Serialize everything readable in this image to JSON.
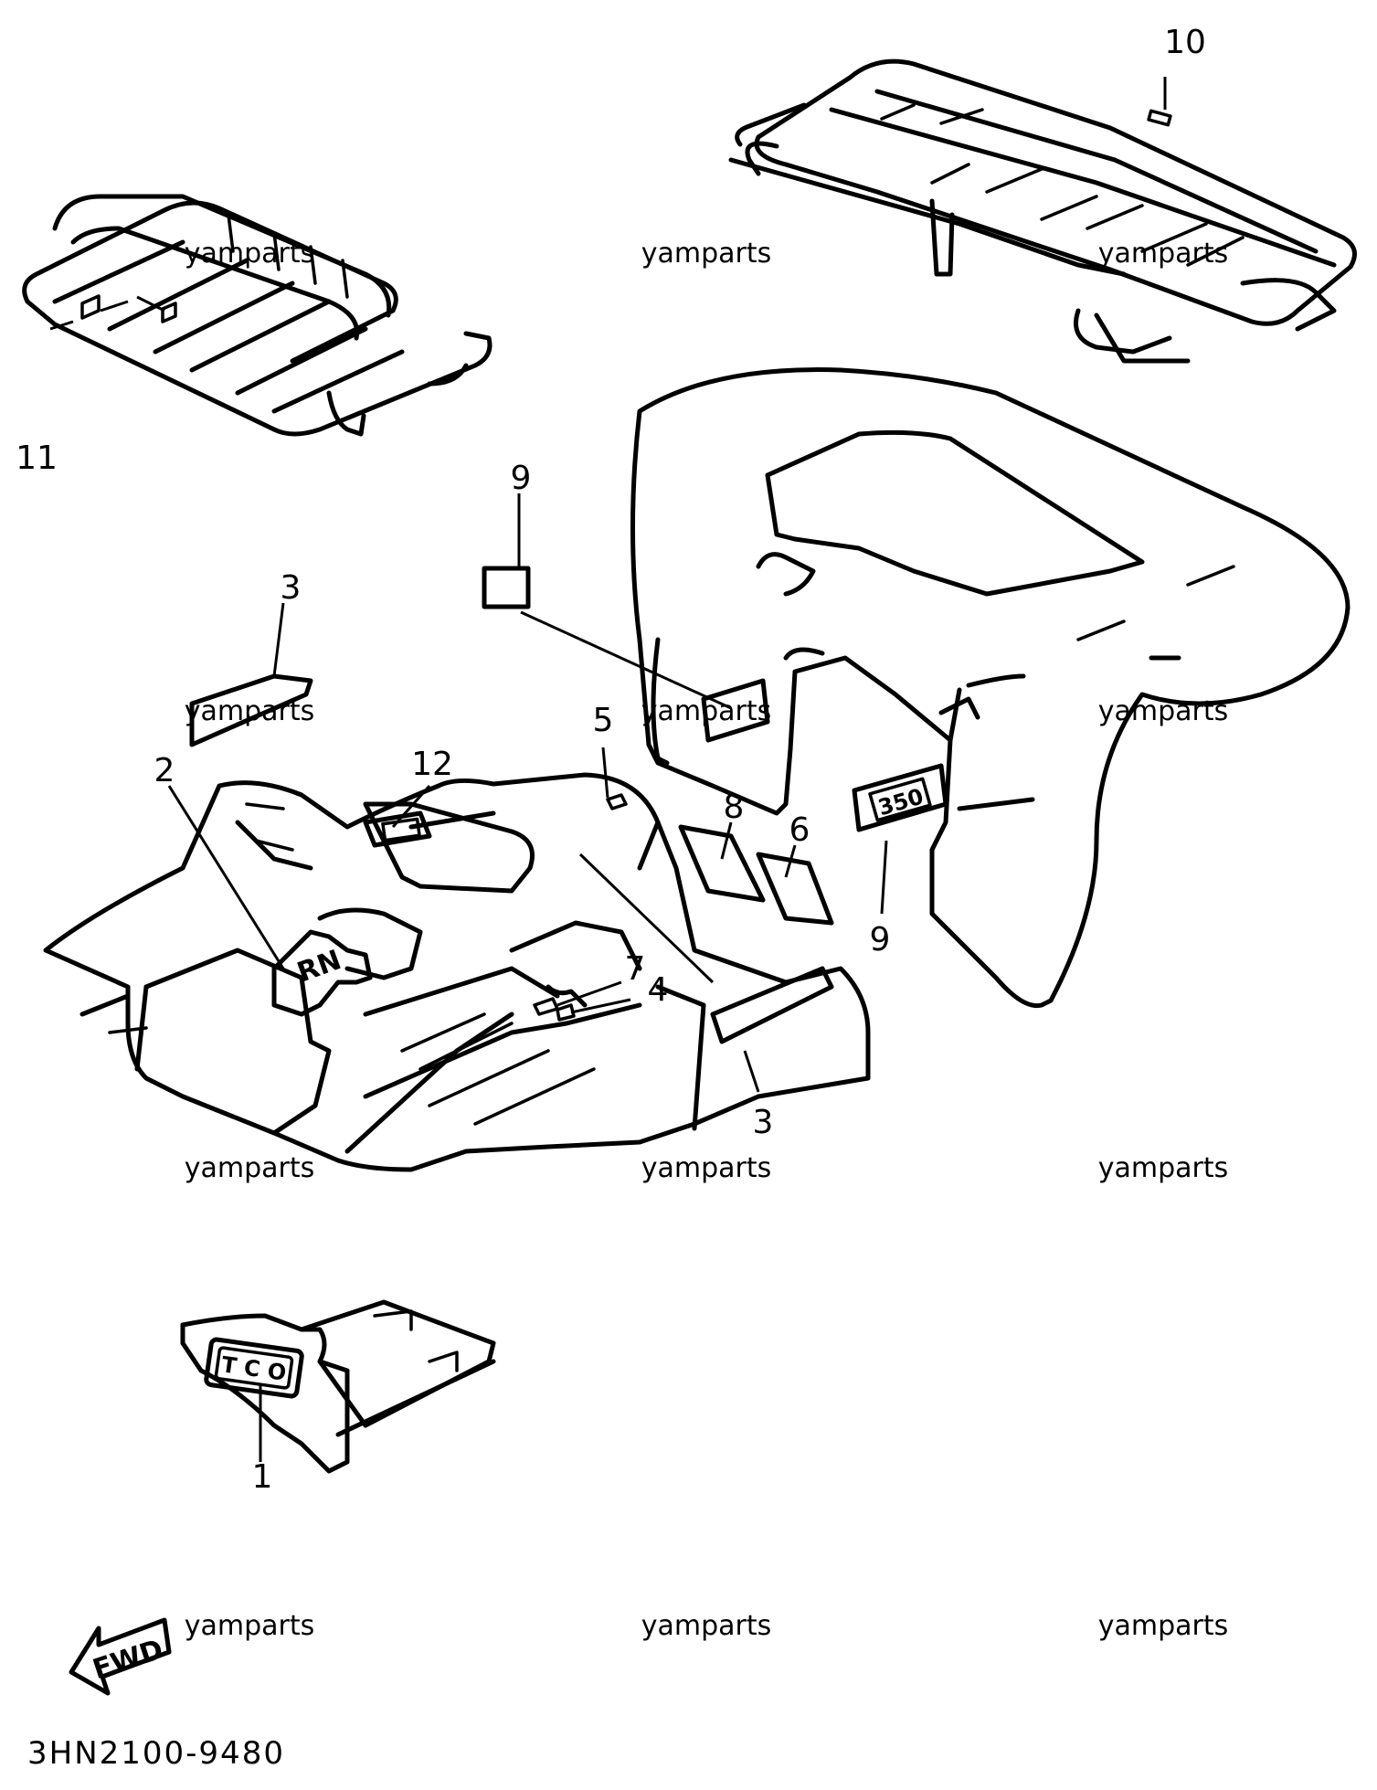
{
  "diagram": {
    "code": "3HN2100-9480",
    "direction_label": "FWD",
    "callouts": [
      "10",
      "11",
      "9",
      "3",
      "2",
      "12",
      "5",
      "8",
      "6",
      "7",
      "4",
      "3",
      "9",
      "1"
    ],
    "watermark": "yamparts",
    "decal_texts": {
      "emblem_350": "350",
      "emblem_tco": "T C O"
    }
  }
}
